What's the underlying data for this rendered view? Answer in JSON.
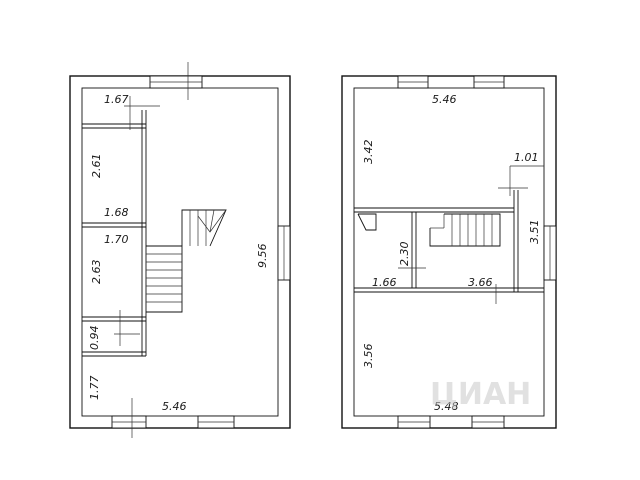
{
  "plans": [
    {
      "name": "floor-1",
      "dimensions": {
        "d1": "1.67",
        "d2": "2.61",
        "d3": "1.68",
        "d4": "1.70",
        "d5": "2.63",
        "d6": "0.94",
        "d7": "1.77",
        "d8": "5.46",
        "d9": "9.56"
      }
    },
    {
      "name": "floor-2",
      "dimensions": {
        "d1": "5.46",
        "d2": "3.42",
        "d3": "1.01",
        "d4": "3.51",
        "d5": "2.30",
        "d6": "1.66",
        "d7": "3.66",
        "d8": "3.56",
        "d9": "5.48"
      }
    }
  ],
  "watermark": "ЦИАН"
}
